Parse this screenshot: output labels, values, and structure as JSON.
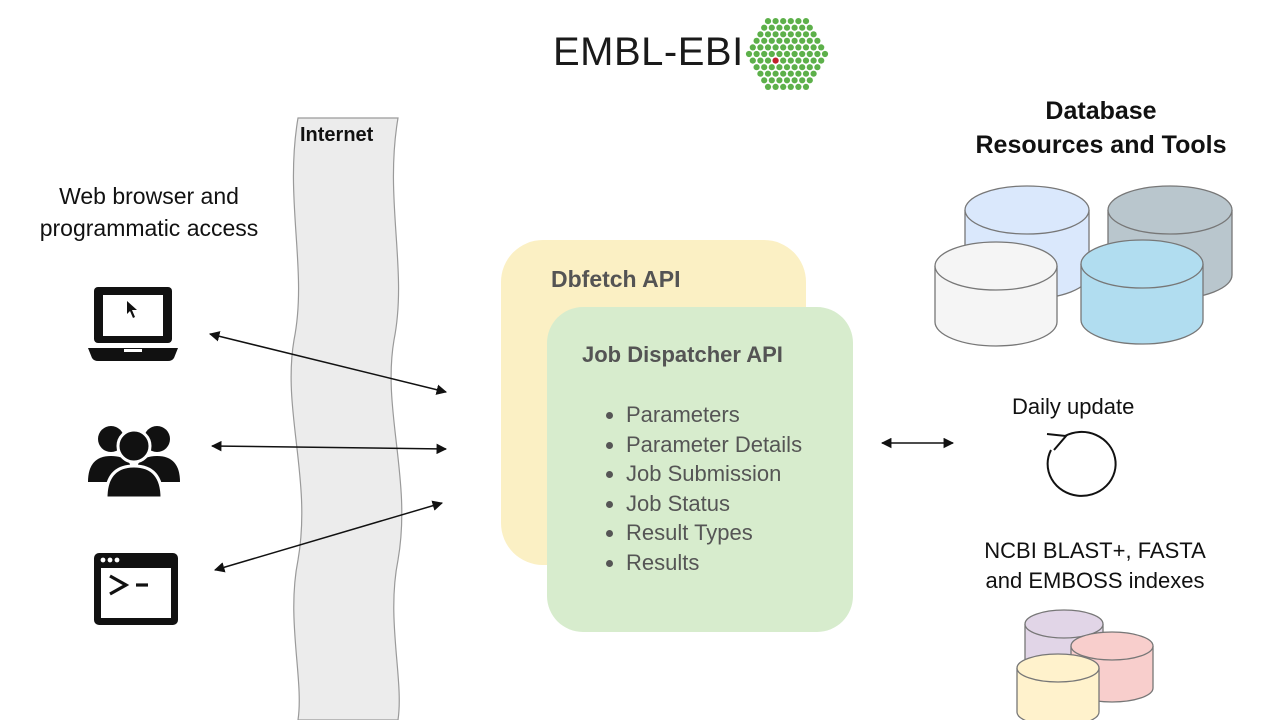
{
  "header": {
    "logo_text": "EMBL-EBI",
    "logo_accent_color": "#c0202a",
    "logo_dot_color": "#5db04a"
  },
  "clients": {
    "title_line1": "Web browser and",
    "title_line2": "programmatic access",
    "icons": [
      "laptop-icon",
      "users-group-icon",
      "terminal-icon"
    ]
  },
  "internet": {
    "label": "Internet"
  },
  "apis": {
    "dbfetch_title": "Dbfetch API",
    "job_dispatcher_title": "Job Dispatcher API",
    "job_dispatcher_items": [
      "Parameters",
      "Parameter Details",
      "Job Submission",
      "Job Status",
      "Result Types",
      "Results"
    ],
    "dbfetch_color": "#fbf0c4",
    "job_dispatcher_color": "#d7eccd"
  },
  "resources": {
    "title_line1": "Database",
    "title_line2": "Resources and Tools",
    "update_label": "Daily update",
    "indexes_line1": "NCBI BLAST+, FASTA",
    "indexes_line2": "and EMBOSS indexes",
    "database_colors": [
      "#dae8fc",
      "#b9c6cd",
      "#f5f5f5",
      "#b1ddf0"
    ],
    "index_colors": [
      "#e1d5e7",
      "#f8cecc",
      "#fff2cc"
    ]
  }
}
